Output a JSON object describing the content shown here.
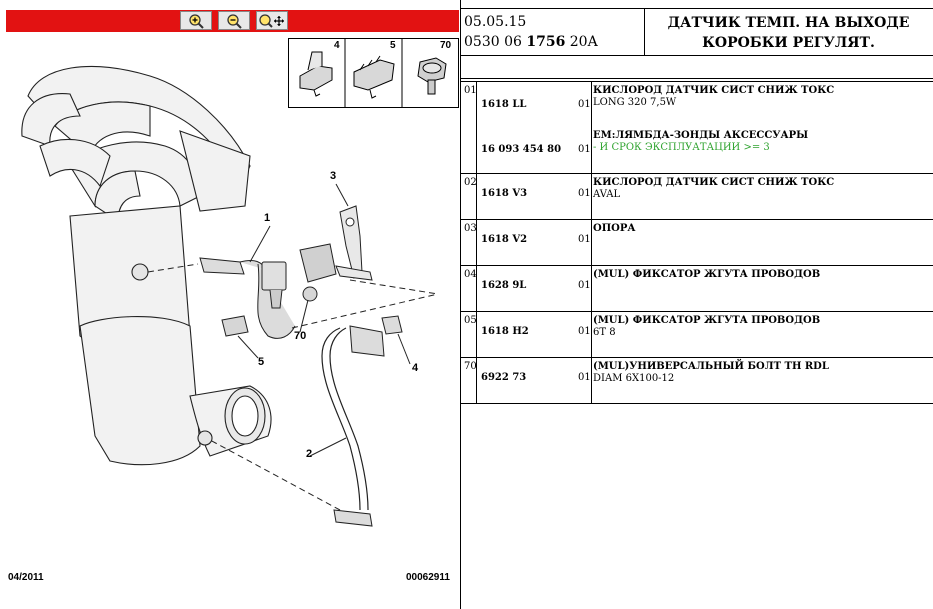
{
  "toolbar": {
    "zoom_in_icon": "magnifier-plus-icon",
    "zoom_out_icon": "magnifier-minus-icon",
    "fit_icon": "magnifier-move-icon"
  },
  "illustration": {
    "date": "04/2011",
    "code": "00062911",
    "callouts": [
      "1",
      "2",
      "3",
      "4",
      "5",
      "70"
    ],
    "inset_labels": [
      "4",
      "5",
      "70"
    ]
  },
  "header": {
    "date": "05.05.15",
    "code_prefix": "0530 06 ",
    "code_bold": "1756",
    "code_suffix": " 20A",
    "title_line1": "ДАТЧИК ТЕМП. НА ВЫХОДЕ",
    "title_line2": "КОРОБКИ РЕГУЛЯТ."
  },
  "parts": [
    {
      "idx": "01",
      "ref": "1618 LL",
      "qty": "01",
      "name": "КИСЛОРОД ДАТЧИК СИСТ СНИЖ ТОКС",
      "desc": "LONG 320 7,5W",
      "sub_ref": "16 093 454 80",
      "sub_qty": "01",
      "sub_name": "ЕМ:ЛЯМБДА-ЗОНДЫ АКСЕССУАРЫ",
      "sub_note": "- И СРОК ЭКСПЛУАТАЦИИ >= 3"
    },
    {
      "idx": "02",
      "ref": "1618 V3",
      "qty": "01",
      "name": "КИСЛОРОД ДАТЧИК СИСТ СНИЖ ТОКС",
      "desc": "AVAL"
    },
    {
      "idx": "03",
      "ref": "1618 V2",
      "qty": "01",
      "name": "ОПОРА",
      "desc": ""
    },
    {
      "idx": "04",
      "ref": "1628 9L",
      "qty": "01",
      "name": "(MUL) ФИКСАТОР ЖГУТА ПРОВОДОВ",
      "desc": ""
    },
    {
      "idx": "05",
      "ref": "1618 H2",
      "qty": "01",
      "name": "(MUL) ФИКСАТОР ЖГУТА ПРОВОДОВ",
      "desc": "6T 8"
    },
    {
      "idx": "70",
      "ref": "6922 73",
      "qty": "01",
      "name": "(MUL)УНИВЕРСАЛЬНЫЙ БОЛТ TH RDL",
      "desc": "DIAM 6X100-12"
    }
  ]
}
